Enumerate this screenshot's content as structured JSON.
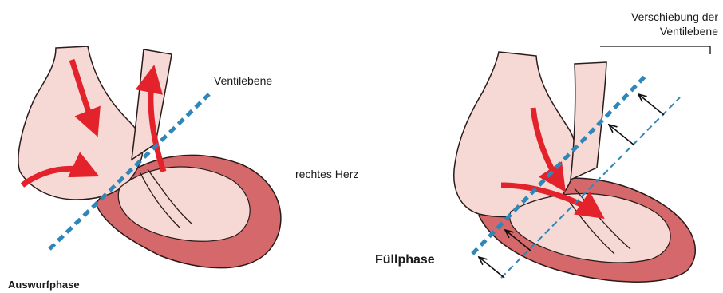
{
  "labels": {
    "ventilebene": "Ventilebene",
    "rechtes_herz": "rechtes Herz",
    "verschiebung_line1": "Verschiebung der",
    "verschiebung_line2": "Ventilebene",
    "fuellphase": "Füllphase",
    "auswurfphase": "Auswurfphase"
  },
  "colors": {
    "muscle": "#d4686a",
    "muscle_dark": "#b84a4f",
    "chamber": "#f6d9d4",
    "outline": "#2a1a1a",
    "arrow": "#e3222b",
    "valve_plane": "#2f86b8",
    "background": "#ffffff"
  },
  "panels": [
    {
      "id": "auswurfphase"
    },
    {
      "id": "fuellphase"
    }
  ]
}
